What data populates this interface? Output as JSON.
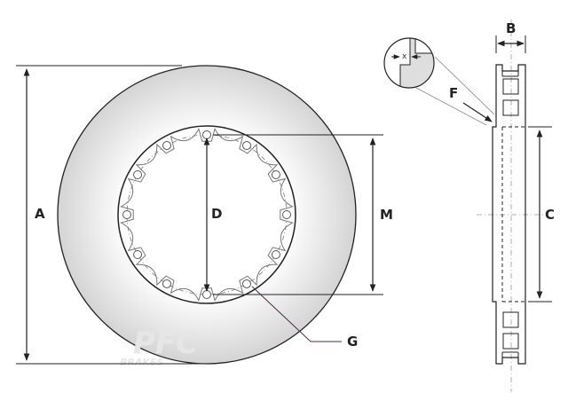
{
  "diagram": {
    "labels": {
      "A": "A",
      "B": "B",
      "C": "C",
      "D": "D",
      "M": "M",
      "F": "F",
      "G": "G",
      "x": "x"
    },
    "watermark": {
      "logo": "PFC",
      "text": "BRAKES"
    },
    "bolt_hole_count": 12,
    "colors": {
      "line": "#222222",
      "disc_fill": "#d9d9d9",
      "watermark": "#e6e6e6"
    }
  }
}
